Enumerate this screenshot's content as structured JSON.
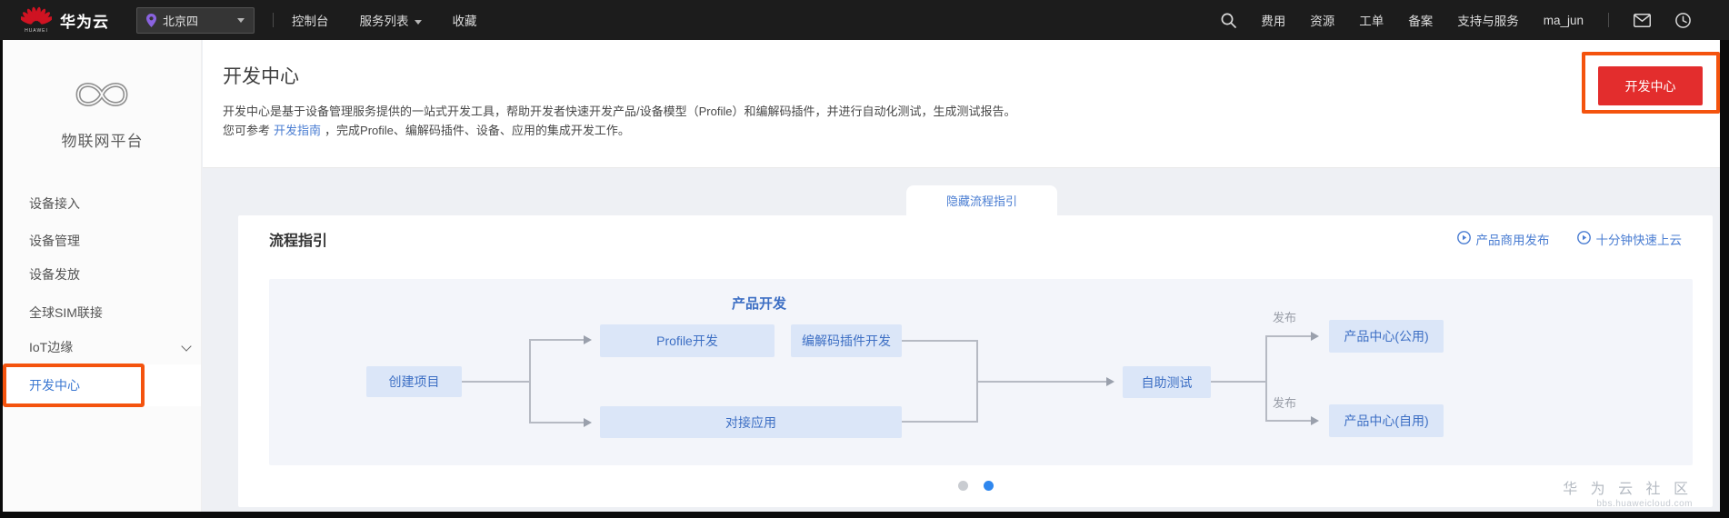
{
  "topbar": {
    "brand": "华为云",
    "brand_sub": "HUAWEI",
    "region": {
      "label": "北京四"
    },
    "left_menu": [
      {
        "label": "控制台",
        "has_dropdown": false
      },
      {
        "label": "服务列表",
        "has_dropdown": true
      },
      {
        "label": "收藏",
        "has_dropdown": false
      }
    ],
    "right_menu": [
      "费用",
      "资源",
      "工单",
      "备案",
      "支持与服务"
    ],
    "username": "ma_jun"
  },
  "sidebar": {
    "platform_title": "物联网平台",
    "items": [
      {
        "label": "设备接入"
      },
      {
        "label": "设备管理"
      },
      {
        "label": "设备发放"
      },
      {
        "label": "全球SIM联接"
      },
      {
        "label": "IoT边缘",
        "expandable": true
      },
      {
        "label": "开发中心",
        "selected": true,
        "annotated": true
      }
    ]
  },
  "header": {
    "title": "开发中心",
    "description_line1": "开发中心是基于设备管理服务提供的一站式开发工具，帮助开发者快速开发产品/设备模型（Profile）和编解码插件，并进行自动化测试，生成测试报告。",
    "description_line2_prefix": "您可参考",
    "description_link": "开发指南",
    "description_line2_suffix": "，完成Profile、编解码插件、设备、应用的集成开发工作。",
    "action_button": "开发中心"
  },
  "card": {
    "hide_guide_tab": "隐藏流程指引",
    "title": "流程指引",
    "links": [
      {
        "label": "产品商用发布"
      },
      {
        "label": "十分钟快速上云"
      }
    ],
    "pagination": {
      "total": 2,
      "active_index": 2
    }
  },
  "diagram": {
    "group_label": "产品开发",
    "publish_top": "发布",
    "publish_bottom": "发布",
    "nodes": {
      "create_project": "创建项目",
      "profile_dev": "Profile开发",
      "codec_dev": "编解码插件开发",
      "app_integration": "对接应用",
      "self_test": "自助测试",
      "product_center_public": "产品中心(公用)",
      "product_center_private": "产品中心(自用)"
    }
  },
  "watermark": {
    "line1": "华 为 云 社 区",
    "line2": "bbs.huaweicloud.com"
  },
  "colors": {
    "annotation_orange": "#F4530E",
    "button_red": "#E32D2D",
    "link_blue": "#4A7DD2",
    "node_blue_text": "#3D6FC4",
    "node_blue_bg": "#DBE6F8",
    "active_dot_blue": "#2F87EE",
    "topbar_bg": "#1C1C1C",
    "panel_bg": "#F3F5FA"
  }
}
